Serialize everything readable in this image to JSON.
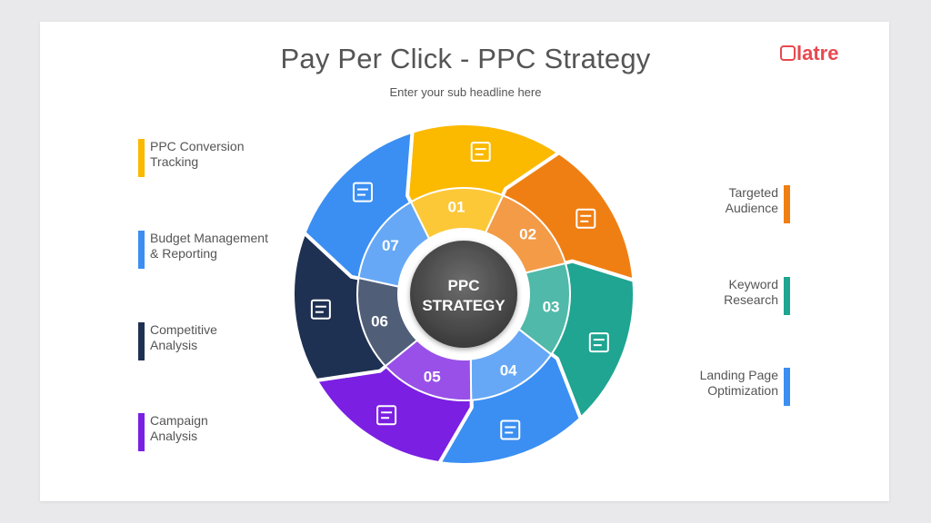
{
  "title": "Pay Per Click - PPC Strategy",
  "subtitle": "Enter your sub headline here",
  "logo": "latre",
  "center": {
    "line1": "PPC",
    "line2": "STRATEGY"
  },
  "segments": [
    {
      "num": "01",
      "label": "PPC Conversion Tracking",
      "color": "#fbb900",
      "icon": "browser-search-icon"
    },
    {
      "num": "02",
      "label": "Targeted Audience",
      "color": "#f07f13",
      "icon": "audience-icon"
    },
    {
      "num": "03",
      "label": "Keyword Research",
      "color": "#1fa591",
      "icon": "clipboard-checklist-icon"
    },
    {
      "num": "04",
      "label": "Landing Page Optimization",
      "color": "#3b8ff2",
      "icon": "webpage-gear-icon"
    },
    {
      "num": "05",
      "label": "Campaign Analysis",
      "color": "#7b1fe2",
      "icon": "people-hierarchy-icon"
    },
    {
      "num": "06",
      "label": "Competitive Analysis",
      "color": "#1f3152",
      "icon": "podium-icon"
    },
    {
      "num": "07",
      "label": "Budget Management & Reporting",
      "color": "#3b8ff2",
      "icon": "person-dollar-icon"
    }
  ],
  "left_labels": [
    {
      "line1": "PPC Conversion",
      "line2": "Tracking",
      "color": "#fbb900"
    },
    {
      "line1": "Budget Management",
      "line2": "& Reporting",
      "color": "#3b8ff2"
    },
    {
      "line1": "Competitive",
      "line2": "Analysis",
      "color": "#1f3152"
    },
    {
      "line1": "Campaign",
      "line2": "Analysis",
      "color": "#7b1fe2"
    }
  ],
  "right_labels": [
    {
      "line1": "Targeted",
      "line2": "Audience",
      "color": "#f07f13"
    },
    {
      "line1": "Keyword",
      "line2": "Research",
      "color": "#1fa591"
    },
    {
      "line1": "Landing Page",
      "line2": "Optimization",
      "color": "#3b8ff2"
    }
  ]
}
